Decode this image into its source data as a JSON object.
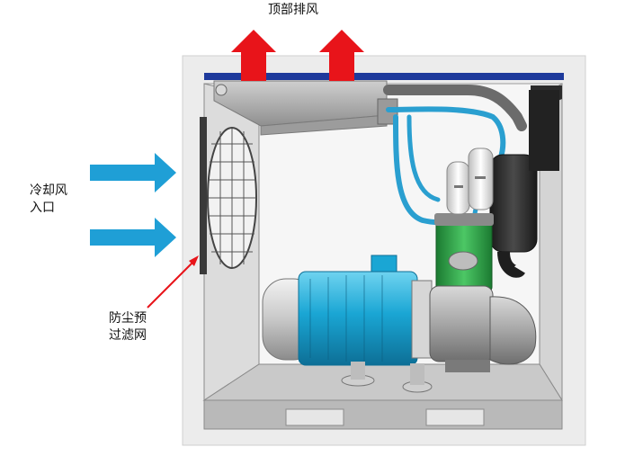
{
  "labels": {
    "top_exhaust": "顶部排风",
    "cooling_inlet_line1": "冷却风",
    "cooling_inlet_line2": "入口",
    "prefilter_line1": "防尘预",
    "prefilter_line2": "过滤网"
  },
  "colors": {
    "exhaust_arrow": "#e8141a",
    "inlet_arrow": "#1f9fd6",
    "pointer_arrow": "#e8141a",
    "roof_strip": "#1e3a9c",
    "motor": "#1aa6d4",
    "hose": "#2a9fd0",
    "separator": "#2fa84a"
  }
}
